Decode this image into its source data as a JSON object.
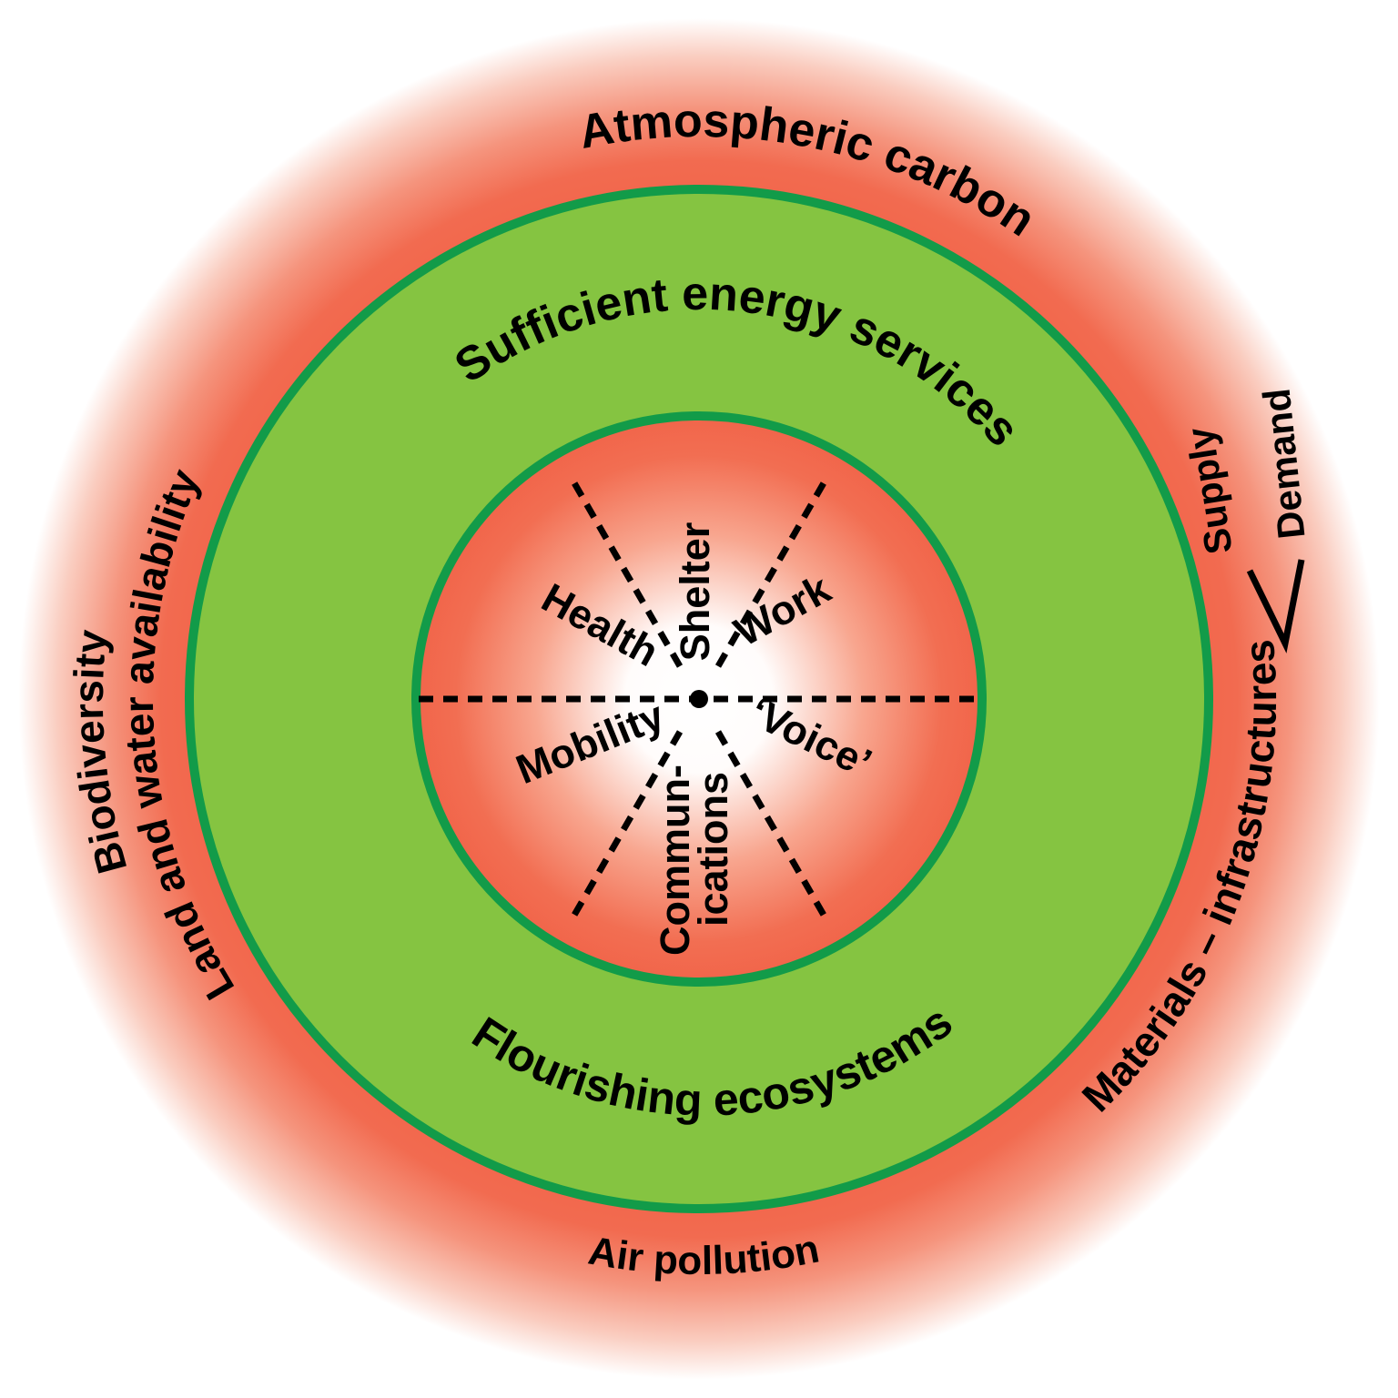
{
  "figure": {
    "outer_ring": {
      "atmospheric_carbon": "Atmospheric carbon",
      "supply": "Supply",
      "demand": "Demand",
      "materials_infrastructures": "Materials – infrastructures",
      "air_pollution": "Air pollution",
      "biodiversity": "Biodiversity",
      "land_water": "Land and water availability"
    },
    "green_ring": {
      "top": "Sufficient energy services",
      "bottom": "Flourishing ecosystems"
    },
    "inner": {
      "shelter": "Shelter",
      "work": "Work",
      "voice": "‘Voice’",
      "communications_line1": "Commun-",
      "communications_line2": "ications",
      "mobility": "Mobility",
      "health": "Health"
    },
    "colors": {
      "ring_green": "#85C441",
      "border_green": "#129B49",
      "salmon": "#F1654A",
      "text": "#000000",
      "background": "#FFFFFF"
    }
  }
}
